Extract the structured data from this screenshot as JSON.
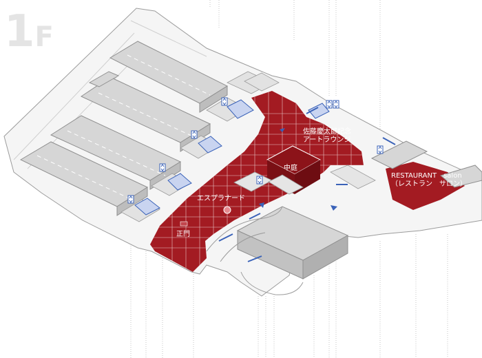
{
  "floor": {
    "number": "1",
    "suffix": "F"
  },
  "labels": {
    "sato_line1": "佐藤慶太郎記念",
    "sato_line2": "アートラウンジ",
    "courtyard": "中庭",
    "esplanade": "エスプラナード",
    "main_gate": "正門",
    "restaurant_line1": "RESTAURANT　salon",
    "restaurant_line2": "（レストラン　サロン）"
  },
  "colors": {
    "highlight_red": "#a31b22",
    "building_gray": "#d6d6d6",
    "floor_white": "#f5f5f5",
    "outline_gray": "#9b9b9b",
    "elevator_blue": "#3a62b8",
    "floor_label_gray": "#e4e4e4"
  },
  "icons": [
    "elevator-icon",
    "escalator-icon",
    "entrance-arrow-icon"
  ]
}
